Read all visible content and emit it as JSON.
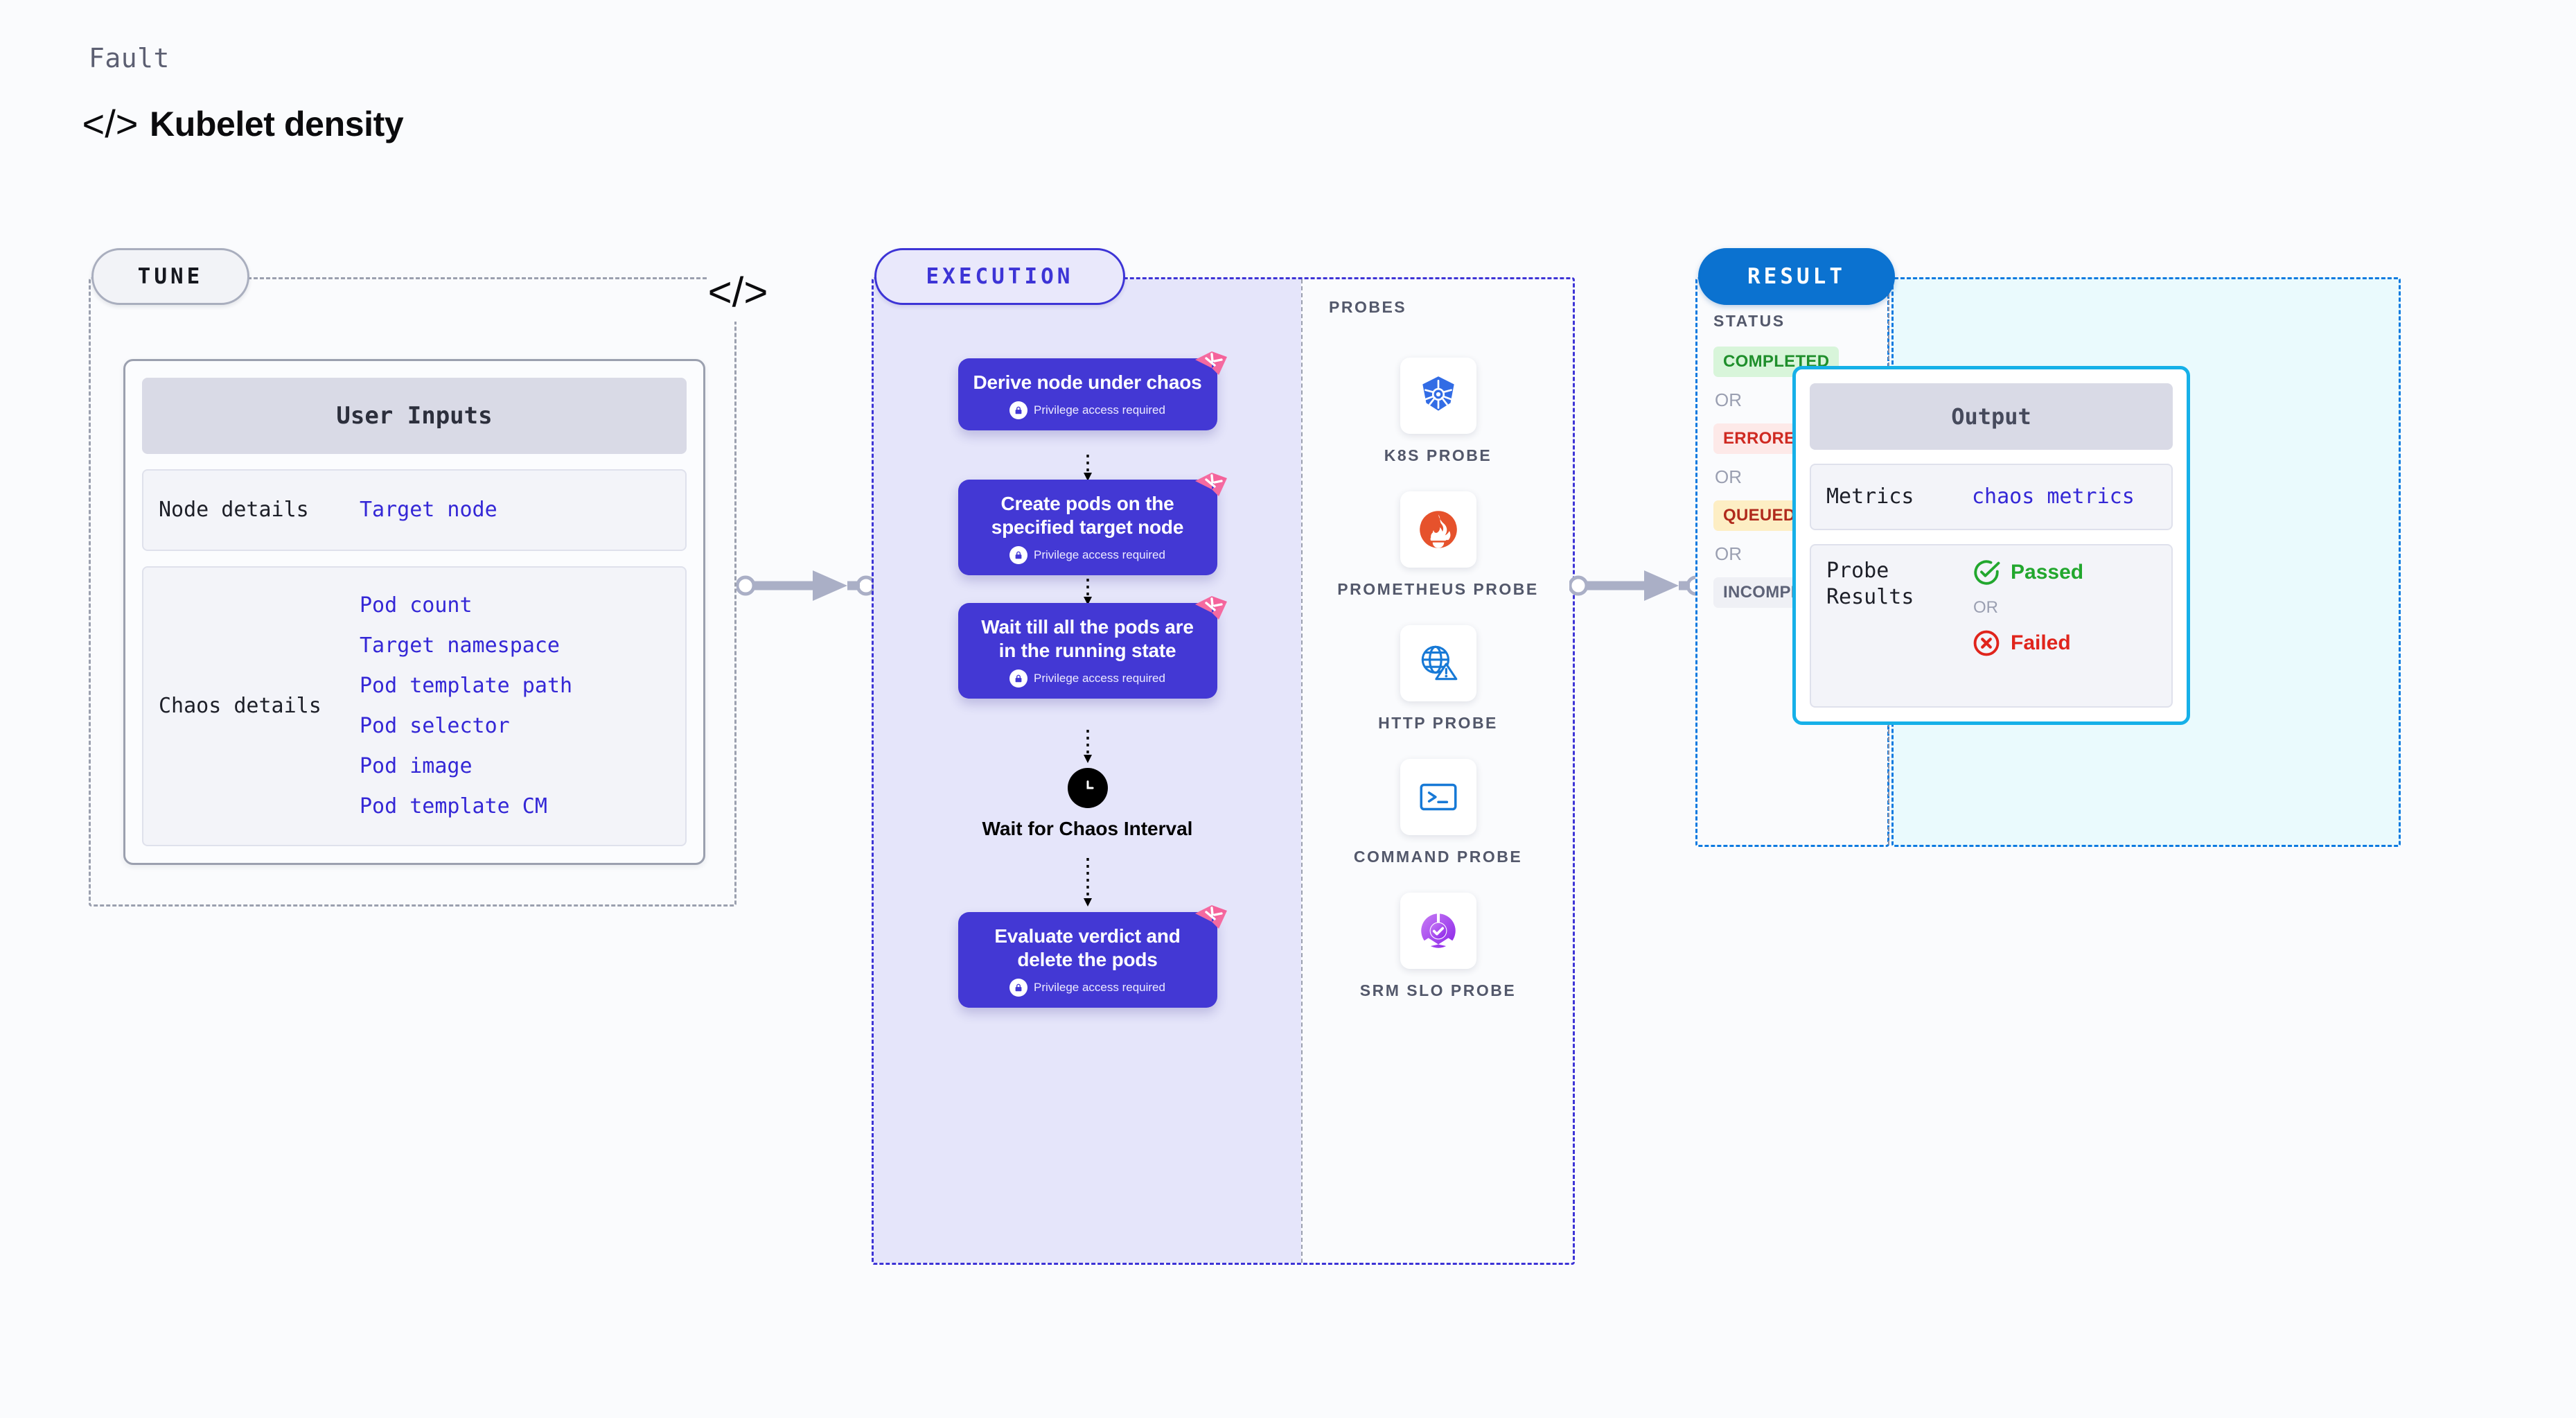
{
  "header": {
    "eyebrow": "Fault",
    "title": "Kubelet density",
    "icon": "code-brackets-icon"
  },
  "colors": {
    "indigo": "#4338d4",
    "indigo_border": "#3d34d6",
    "exec_fill": "#e5e5fa",
    "blue": "#0b72d0",
    "cyan": "#16b0e8",
    "result_fill": "#eafafd",
    "gray_border": "#9ba0af",
    "link_blue": "#3427d6",
    "pink": "#f56aa0",
    "green": "#1f9c2e",
    "red": "#d32f2f",
    "amber_bg": "#fdeec4",
    "green_bg": "#d8f5da",
    "red_bg": "#fde9e8",
    "gray_bg": "#eff0f5"
  },
  "tune": {
    "badge": "TUNE",
    "card_header": "User Inputs",
    "rows": [
      {
        "key": "Node details",
        "values": [
          "Target node"
        ]
      },
      {
        "key": "Chaos details",
        "values": [
          "Pod count",
          "Target namespace",
          "Pod template path",
          "Pod selector",
          "Pod image",
          "Pod template CM"
        ]
      }
    ]
  },
  "execution": {
    "badge": "EXECUTION",
    "nodes": [
      {
        "title": "Derive node under chaos",
        "privilege": "Privilege access required",
        "badge_icon": "harness-logo-icon"
      },
      {
        "title": "Create pods on the specified target node",
        "privilege": "Privilege access required",
        "badge_icon": "harness-logo-icon"
      },
      {
        "title": "Wait till all the pods are in the running state",
        "privilege": "Privilege access required",
        "badge_icon": "harness-logo-icon"
      },
      {
        "title": "Evaluate verdict and delete the pods",
        "privilege": "Privilege access required",
        "badge_icon": "harness-logo-icon"
      }
    ],
    "wait_step": {
      "label": "Wait for Chaos Interval",
      "icon": "clock-icon"
    },
    "probes_title": "PROBES",
    "probes": [
      {
        "label": "K8S PROBE",
        "icon": "kubernetes-icon"
      },
      {
        "label": "PROMETHEUS PROBE",
        "icon": "prometheus-icon"
      },
      {
        "label": "HTTP PROBE",
        "icon": "http-globe-icon"
      },
      {
        "label": "COMMAND PROBE",
        "icon": "terminal-icon"
      },
      {
        "label": "SRM SLO PROBE",
        "icon": "srm-slo-icon"
      }
    ]
  },
  "result": {
    "badge": "RESULT",
    "status_title": "STATUS",
    "or_label": "OR",
    "statuses": [
      {
        "label": "COMPLETED",
        "bg": "#d8f5da",
        "fg": "#1f8f2c"
      },
      {
        "label": "ERRORED",
        "bg": "#fde9e8",
        "fg": "#cf2a22"
      },
      {
        "label": "QUEUED",
        "bg": "#fdeec4",
        "fg": "#b02a1c"
      },
      {
        "label": "INCOMPLETED",
        "bg": "#eff0f5",
        "fg": "#5d6277"
      }
    ],
    "output": {
      "header": "Output",
      "metrics_key": "Metrics",
      "metrics_value": "chaos metrics",
      "probe_key": "Probe Results",
      "passed": "Passed",
      "failed": "Failed",
      "or_label": "OR"
    }
  }
}
